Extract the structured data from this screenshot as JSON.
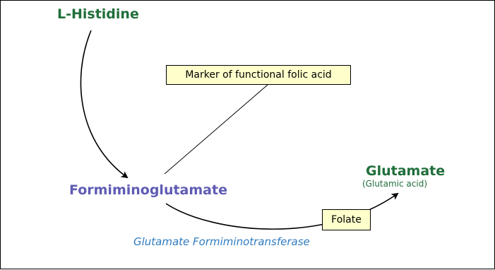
{
  "nodes": {
    "start": "L-Histidine",
    "intermediate": "Formiminoglutamate",
    "product": "Glutamate",
    "product_alias": "(Glutamic acid)"
  },
  "annotations": {
    "marker": "Marker of functional folic acid",
    "cofactor": "Folate",
    "enzyme": "Glutamate Formiminotransferase"
  },
  "colors": {
    "green": "#1f6e3a",
    "purple": "#5f5bb4",
    "blue": "#2f7cc0",
    "box_fill": "#ffffcc"
  }
}
